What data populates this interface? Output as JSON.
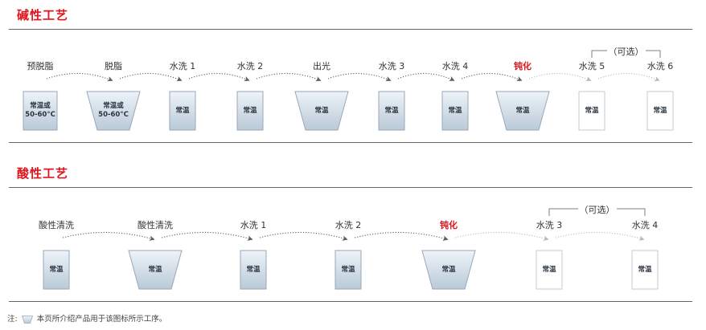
{
  "colors": {
    "accent": "#e0151d",
    "tank_top": "#eef3f8",
    "tank_bottom": "#b9cad8",
    "tank_border": "#9aa8b6"
  },
  "alkaline": {
    "title": "碱性工艺",
    "optional_label": "（可选）",
    "steps": [
      {
        "label": "预脱脂",
        "tank_text": "常温或\n50-60°C",
        "tank_shape": "rect",
        "highlight": false,
        "style": "filled"
      },
      {
        "label": "脱脂",
        "tank_text": "常温或\n50-60°C",
        "tank_shape": "trapezoid",
        "highlight": false,
        "style": "filled"
      },
      {
        "label": "水洗 1",
        "tank_text": "常温",
        "tank_shape": "rect",
        "highlight": false,
        "style": "filled"
      },
      {
        "label": "水洗 2",
        "tank_text": "常温",
        "tank_shape": "rect",
        "highlight": false,
        "style": "filled"
      },
      {
        "label": "出光",
        "tank_text": "常温",
        "tank_shape": "trapezoid",
        "highlight": false,
        "style": "filled"
      },
      {
        "label": "水洗 3",
        "tank_text": "常温",
        "tank_shape": "rect",
        "highlight": false,
        "style": "filled"
      },
      {
        "label": "水洗 4",
        "tank_text": "常温",
        "tank_shape": "rect",
        "highlight": false,
        "style": "filled"
      },
      {
        "label": "钝化",
        "tank_text": "常温",
        "tank_shape": "trapezoid",
        "highlight": true,
        "style": "filled"
      },
      {
        "label": "水洗 5",
        "tank_text": "常温",
        "tank_shape": "rect",
        "highlight": false,
        "style": "outline"
      },
      {
        "label": "水洗 6",
        "tank_text": "常温",
        "tank_shape": "rect",
        "highlight": false,
        "style": "outline"
      }
    ]
  },
  "acidic": {
    "title": "酸性工艺",
    "optional_label": "（可选）",
    "steps": [
      {
        "label": "酸性清洗",
        "tank_text": "常温",
        "tank_shape": "rect",
        "highlight": false,
        "style": "filled"
      },
      {
        "label": "酸性清洗",
        "tank_text": "常温",
        "tank_shape": "trapezoid",
        "highlight": false,
        "style": "filled"
      },
      {
        "label": "水洗 1",
        "tank_text": "常温",
        "tank_shape": "rect",
        "highlight": false,
        "style": "filled"
      },
      {
        "label": "水洗 2",
        "tank_text": "常温",
        "tank_shape": "rect",
        "highlight": false,
        "style": "filled"
      },
      {
        "label": "钝化",
        "tank_text": "常温",
        "tank_shape": "trapezoid",
        "highlight": true,
        "style": "filled"
      },
      {
        "label": "水洗 3",
        "tank_text": "常温",
        "tank_shape": "rect",
        "highlight": false,
        "style": "outline"
      },
      {
        "label": "水洗 4",
        "tank_text": "常温",
        "tank_shape": "rect",
        "highlight": false,
        "style": "outline"
      }
    ]
  },
  "footer": {
    "prefix": "注:",
    "text": "本页所介绍产品用于该图标所示工序。"
  }
}
